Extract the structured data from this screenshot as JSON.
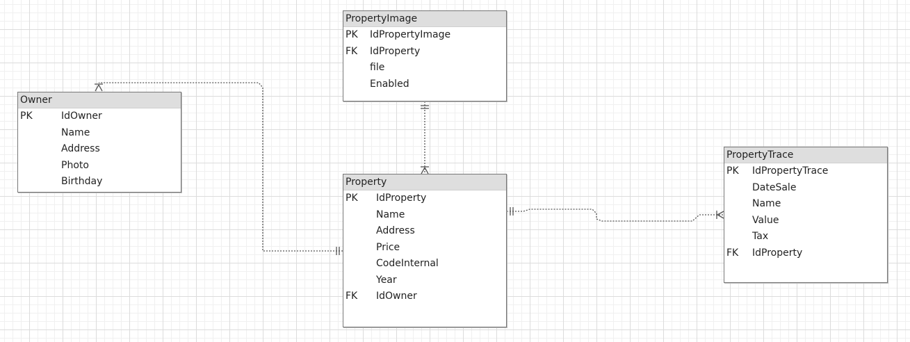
{
  "entities": {
    "owner": {
      "title": "Owner",
      "attributes": [
        {
          "key": "PK",
          "name": "IdOwner"
        },
        {
          "key": "",
          "name": "Name"
        },
        {
          "key": "",
          "name": "Address"
        },
        {
          "key": "",
          "name": "Photo"
        },
        {
          "key": "",
          "name": "Birthday"
        }
      ]
    },
    "property_image": {
      "title": "PropertyImage",
      "attributes": [
        {
          "key": "PK",
          "name": "IdPropertyImage"
        },
        {
          "key": "FK",
          "name": "IdProperty"
        },
        {
          "key": "",
          "name": "file"
        },
        {
          "key": "",
          "name": "Enabled"
        }
      ]
    },
    "property": {
      "title": "Property",
      "attributes": [
        {
          "key": "PK",
          "name": "IdProperty"
        },
        {
          "key": "",
          "name": "Name"
        },
        {
          "key": "",
          "name": "Address"
        },
        {
          "key": "",
          "name": "Price"
        },
        {
          "key": "",
          "name": "CodeInternal"
        },
        {
          "key": "",
          "name": "Year"
        },
        {
          "key": "FK",
          "name": "IdOwner"
        }
      ]
    },
    "property_trace": {
      "title": "PropertyTrace",
      "attributes": [
        {
          "key": "PK",
          "name": "IdPropertyTrace"
        },
        {
          "key": "",
          "name": "DateSale"
        },
        {
          "key": "",
          "name": "Name"
        },
        {
          "key": "",
          "name": "Value"
        },
        {
          "key": "",
          "name": "Tax"
        },
        {
          "key": "FK",
          "name": "IdProperty"
        }
      ]
    }
  },
  "relationships": [
    {
      "from": "property",
      "from_end": "one",
      "to": "owner",
      "to_end": "many"
    },
    {
      "from": "property_image",
      "from_end": "one",
      "to": "property",
      "to_end": "many"
    },
    {
      "from": "property",
      "from_end": "one",
      "to": "property_trace",
      "to_end": "many"
    }
  ],
  "colors": {
    "grid_major": "#dcdcdc",
    "grid_minor": "#f0f0f0",
    "header_fill": "#dedede",
    "border": "#777777",
    "connector": "#555555"
  }
}
